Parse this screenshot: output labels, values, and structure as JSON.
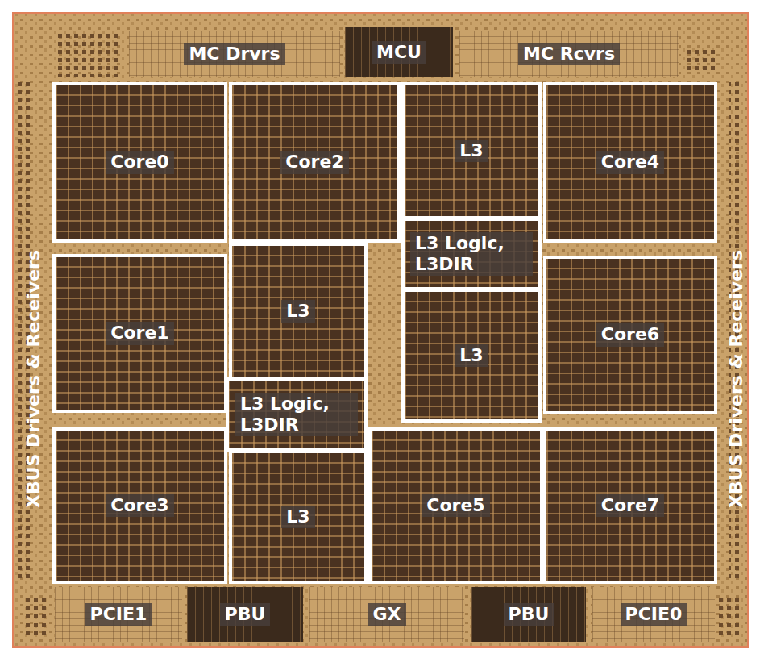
{
  "diagram": {
    "nodes": [
      {
        "text": [
          "MC Drvrs"
        ]
      },
      {
        "text": [
          "MCU"
        ]
      },
      {
        "text": [
          "MC Rcvrs"
        ]
      },
      {
        "text": [
          "Core0"
        ]
      },
      {
        "text": [
          "Core2"
        ]
      },
      {
        "text": [
          "L3"
        ]
      },
      {
        "text": [
          "Core4"
        ]
      },
      {
        "text": [
          "L3 Logic, L3DIR"
        ]
      },
      {
        "text": [
          "Core1"
        ]
      },
      {
        "text": [
          "L3"
        ]
      },
      {
        "text": [
          "L3"
        ]
      },
      {
        "text": [
          "Core6"
        ]
      },
      {
        "text": [
          "L3 Logic, L3DIR"
        ]
      },
      {
        "text": [
          "Core3"
        ]
      },
      {
        "text": [
          "L3"
        ]
      },
      {
        "text": [
          "Core5"
        ]
      },
      {
        "text": [
          "Core7"
        ]
      },
      {
        "text": [
          "PCIE1"
        ]
      },
      {
        "text": [
          "PBU"
        ]
      },
      {
        "text": [
          "GX"
        ]
      },
      {
        "text": [
          "PBU"
        ]
      },
      {
        "text": [
          "PCIE0"
        ]
      }
    ],
    "labels": [
      "XBUS Drivers & Receivers",
      "XBUS Drivers & Receivers"
    ]
  }
}
